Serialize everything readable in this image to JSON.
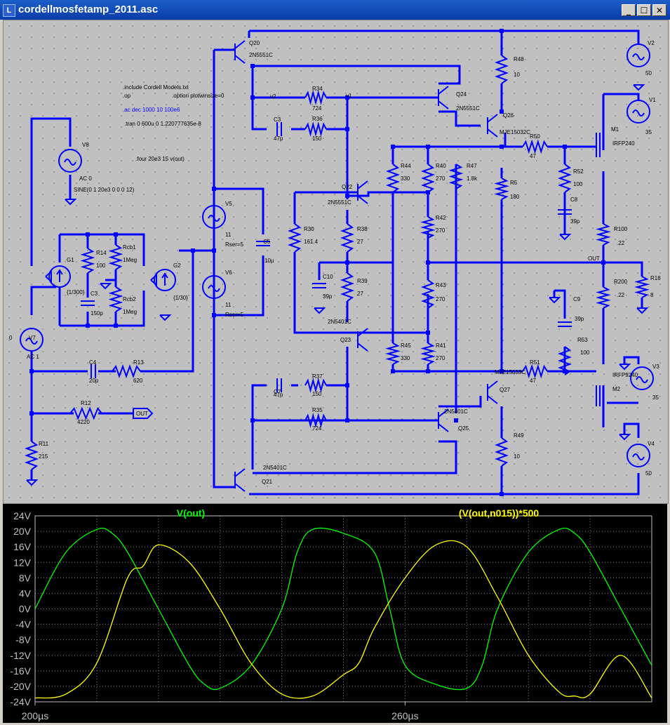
{
  "window": {
    "title": "cordellmosfetamp_2011.asc",
    "minimize": "_",
    "maximize": "☐",
    "close": "✕",
    "icon": "ltspice-app-icon"
  },
  "schematic": {
    "directives": [
      ".include Cordell Models.txt",
      ".op",
      ".option plotwinsize=0",
      ".ac dec 1000 10 100e6",
      ".tran 0 600u 0 1.220777635e-8",
      ".four 20e3 15 v(out)"
    ],
    "labels": {
      "v2": "v2",
      "v1": "v1",
      "out": "OUT",
      "outTag": "OUT",
      "Q20": "Q20",
      "Q20m": "2N5551C",
      "Q21": "Q21",
      "Q21m": "2N5401C",
      "Q22": "Q22",
      "Q22m": "2N5551C",
      "Q23": "Q23",
      "Q23m": "2N5401C",
      "Q24": "Q24",
      "Q24m": "2N5551C",
      "Q25": "Q25",
      "Q25m": "2N5401C",
      "Q26": "Q26",
      "Q26m": "MJE15032C",
      "Q27": "Q27",
      "Q27m": "MJE15033C",
      "M1": "M1",
      "M1m": "IRFP240",
      "M2": "M2",
      "M2m": "IRFP9240",
      "V1": "V1",
      "V1v": "35",
      "V2": "V2",
      "V2v": "50",
      "V3": "V3",
      "V3v": "35",
      "V4": "V4",
      "V4v": "50",
      "V5": "V5",
      "V5v": "11",
      "V5r": "Rser=5",
      "V6": "V6",
      "V6v": "11",
      "V6r": "Rser=5",
      "V7": "V7",
      "V7a": "AC 1",
      "V7v": "0",
      "V8": "V8",
      "V8a": "AC 0",
      "V8s": "SINE(0 1 20e3 0 0 0 12)",
      "G1": "G1",
      "G1v": "{1/300}",
      "G2": "G2",
      "G2v": "{1/30}",
      "R34": "R34",
      "R34v": "724",
      "R36": "R36",
      "R36v": "150",
      "R35": "R35",
      "R35v": "724",
      "R37": "R37",
      "R37v": "150",
      "R48": "R48",
      "R48v": "10",
      "R49": "R49",
      "R49v": "10",
      "R50": "R50",
      "R50v": "47",
      "R51": "R51",
      "R51v": "47",
      "R52": "R52",
      "R52v": "100",
      "R53": "R53",
      "R53v": "100",
      "R44": "R44",
      "R44v": "330",
      "R45": "R45",
      "R45v": "330",
      "R40": "R40",
      "R40v": "270",
      "R41": "R41",
      "R41v": "270",
      "R42": "R42",
      "R42v": "270",
      "R43": "R43",
      "R43v": "270",
      "R47": "R47",
      "R47v": "1.8k",
      "R5": "R5",
      "R5v": "180",
      "R30": "R30",
      "R30v": "161.4",
      "R38": "R38",
      "R38v": "27",
      "R39": "R39",
      "R39v": "27",
      "R14": "R14",
      "R14v": "100",
      "Rcb1": "Rcb1",
      "Rcb1v": "1Meg",
      "Rcb2": "Rcb2",
      "Rcb2v": "1Meg",
      "R13": "R13",
      "R13v": "620",
      "R12": "R12",
      "R12v": "4220",
      "R11": "R11",
      "R11v": "215",
      "R100": "R100",
      "R100v": ".22",
      "R200": "R200",
      "R200v": ".22",
      "R18": "R18",
      "R18v": "8",
      "C3": "C3",
      "C3v": "47p",
      "C10": "C10",
      "C10v": "39p",
      "C7": "C7",
      "C7v": "47p",
      "C5": "C5",
      "C5v": "10µ",
      "C8": "C8",
      "C8v": "39p",
      "C9": "C9",
      "C9v": "39p",
      "C4": "C4",
      "C4v": "20p",
      "C3b": "C3",
      "C3bv": "150p"
    }
  },
  "plot": {
    "traces": [
      {
        "label": "V(out)",
        "color": "#00ff00"
      },
      {
        "label": "(V(out,n015))*500",
        "color": "#ffff00"
      }
    ],
    "y_ticks": [
      "24V",
      "20V",
      "16V",
      "12V",
      "8V",
      "4V",
      "0V",
      "-4V",
      "-8V",
      "-12V",
      "-16V",
      "-20V",
      "-24V"
    ],
    "x_ticks": [
      "200µs",
      "260µs"
    ],
    "background": "#000000"
  },
  "chart_data": {
    "type": "line",
    "xlabel": "",
    "ylabel": "",
    "xlim": [
      200,
      300
    ],
    "ylim": [
      -24,
      24
    ],
    "series": [
      {
        "name": "V(out)",
        "x_unit": "µs",
        "x": [
          200,
          205,
          210,
          212.5,
          215,
          220,
          225,
          227.5,
          230,
          235,
          240,
          242.5,
          245,
          250,
          255,
          257.5,
          260,
          265,
          270,
          272.5,
          275,
          280,
          285,
          287.5,
          290,
          295,
          300
        ],
        "values": [
          0,
          14.6,
          20.5,
          19.5,
          14.6,
          0,
          -14.6,
          -19.5,
          -20.5,
          -14.6,
          0,
          14.6,
          20.5,
          19.5,
          14.6,
          0,
          -14.6,
          -19.5,
          -20.5,
          -14.6,
          0,
          14.6,
          20.5,
          19.5,
          14.6,
          0,
          -14.6
        ]
      },
      {
        "name": "(V(out,n015))*500",
        "x_unit": "µs",
        "x": [
          200,
          205,
          210,
          215,
          217.5,
          220,
          225,
          230,
          235,
          240,
          245,
          250,
          252.5,
          255,
          260,
          265,
          270,
          275,
          280,
          285,
          287.5,
          290,
          295,
          300
        ],
        "values": [
          -23,
          -22,
          -14,
          8,
          11,
          16.5,
          12,
          0,
          -14,
          -22,
          -22.5,
          -17,
          -14,
          -5,
          8,
          16.5,
          16,
          3,
          -12,
          -21.5,
          -22.5,
          -22,
          -12,
          -23
        ]
      }
    ],
    "grid": true
  }
}
